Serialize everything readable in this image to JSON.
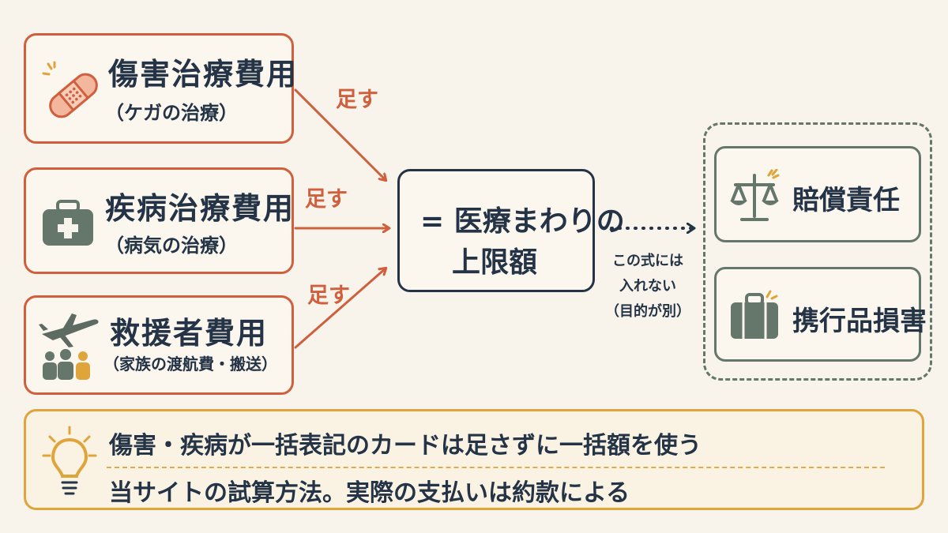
{
  "inputs": [
    {
      "title": "傷害治療費用",
      "sub": "（ケガの治療）",
      "icon": "bandage-icon",
      "add": "足す"
    },
    {
      "title": "疾病治療費用",
      "sub": "（病気の治療）",
      "icon": "medical-kit-icon",
      "add": "足す"
    },
    {
      "title": "救援者費用",
      "sub": "（家族の渡航費・搬送）",
      "icon": "airplane-family-icon",
      "add": "足す"
    }
  ],
  "result": {
    "line1": "= 医療まわりの",
    "line2": "上限額"
  },
  "note": [
    "この式には",
    "入れない",
    "（目的が別）"
  ],
  "excluded": [
    {
      "title": "賠償責任",
      "icon": "scales-icon"
    },
    {
      "title": "携行品損害",
      "icon": "suitcase-icon"
    }
  ],
  "tip": {
    "icon": "lightbulb-icon",
    "line1": "傷害・疾病が一括表記のカードは足さずに一括額を使う",
    "line2": "当サイトの試算方法。実際の支払いは約款による"
  },
  "colors": {
    "orange": "#cf5f3d",
    "navy": "#243446",
    "green": "#65766a",
    "gold": "#dfa43a"
  }
}
